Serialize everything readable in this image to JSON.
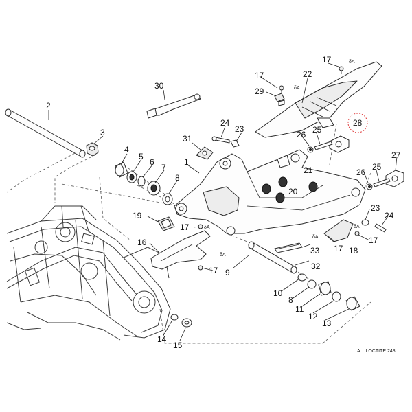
{
  "diagram": {
    "highlighted_callout": "28",
    "loctite_note": "A....LOCTITE 243",
    "loctite_markers": [
      "δA",
      "δA",
      "δA",
      "δA",
      "δA",
      "δA"
    ],
    "callouts": {
      "c1": "1",
      "c2": "2",
      "c3": "3",
      "c4": "4",
      "c5": "5",
      "c6": "6",
      "c7": "7",
      "c8": "8",
      "c8b": "8",
      "c9": "9",
      "c10": "10",
      "c11": "11",
      "c12": "12",
      "c13": "13",
      "c14": "14",
      "c15": "15",
      "c16": "16",
      "c17a": "17",
      "c17b": "17",
      "c17c": "17",
      "c17d": "17",
      "c17e": "17",
      "c17f": "17",
      "c18": "18",
      "c19": "19",
      "c20": "20",
      "c21": "21",
      "c22": "22",
      "c23a": "23",
      "c23b": "23",
      "c24a": "24",
      "c24b": "24",
      "c25a": "25",
      "c25b": "25",
      "c26a": "26",
      "c26b": "26",
      "c27": "27",
      "c28": "28",
      "c29": "29",
      "c30": "30",
      "c31": "31",
      "c32": "32",
      "c33": "33"
    }
  }
}
